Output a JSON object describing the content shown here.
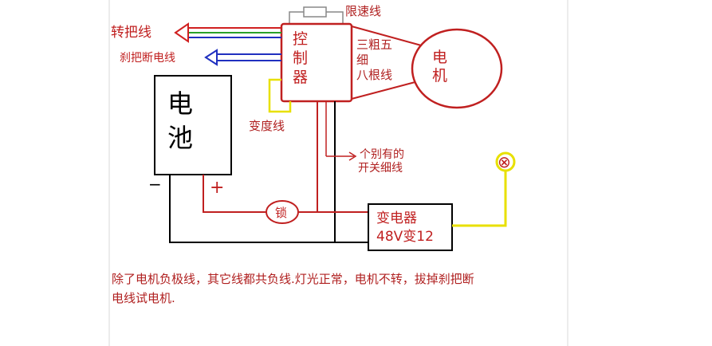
{
  "labels": {
    "speed_limit": "限速线",
    "throttle": "转把线",
    "brake": "刹把断电线",
    "controller_1": "控",
    "controller_2": "制",
    "controller_3": "器",
    "motor_wires_1": "三粗五",
    "motor_wires_2": "细",
    "motor_wires_3": "八根线",
    "motor_1": "电",
    "motor_2": "机",
    "battery_1": "电",
    "battery_2": "池",
    "minus": "−",
    "plus": "+",
    "variable": "变度线",
    "switch_1": "个别有的",
    "switch_2": "开关细线",
    "lock": "锁",
    "converter_1": "变电器",
    "converter_2": "48V变12",
    "lamp": "⊗"
  },
  "caption_line1": "除了电机负极线，其它线都共负线.灯光正常，电机不转，拔掉刹把断",
  "caption_line2": "电线试电机."
}
